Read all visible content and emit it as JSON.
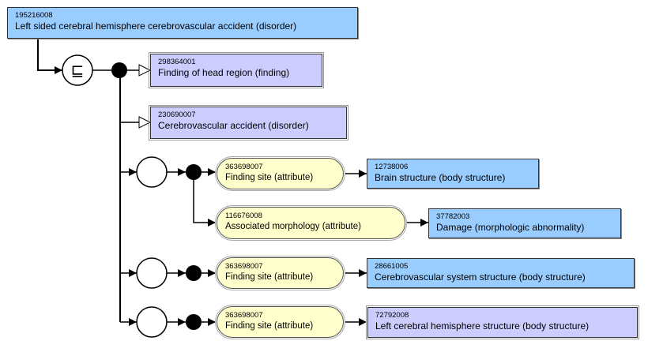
{
  "diagram": {
    "focus_concept": {
      "sctid": "195216008",
      "term": "Left sided cerebral hemisphere cerebrovascular accident (disorder)",
      "definition_status": "defined"
    },
    "definition_operator": {
      "symbol": "⊑",
      "meaning": "subsumed-by"
    },
    "parents": [
      {
        "sctid": "298364001",
        "term": "Finding of head region (finding)",
        "definition_status": "primitive"
      },
      {
        "sctid": "230690007",
        "term": "Cerebrovascular accident (disorder)",
        "definition_status": "primitive"
      }
    ],
    "role_groups": [
      {
        "attributes": [
          {
            "attribute": {
              "sctid": "363698007",
              "term": "Finding site (attribute)"
            },
            "value": {
              "sctid": "12738006",
              "term": "Brain structure (body structure)",
              "definition_status": "defined"
            }
          },
          {
            "attribute": {
              "sctid": "116676008",
              "term": "Associated morphology (attribute)"
            },
            "value": {
              "sctid": "37782003",
              "term": "Damage (morphologic abnormality)",
              "definition_status": "defined"
            }
          }
        ]
      },
      {
        "attributes": [
          {
            "attribute": {
              "sctid": "363698007",
              "term": "Finding site (attribute)"
            },
            "value": {
              "sctid": "28661005",
              "term": "Cerebrovascular system structure (body structure)",
              "definition_status": "defined"
            }
          }
        ]
      },
      {
        "attributes": [
          {
            "attribute": {
              "sctid": "363698007",
              "term": "Finding site (attribute)"
            },
            "value": {
              "sctid": "72792008",
              "term": "Left cerebral hemisphere structure (body structure)",
              "definition_status": "primitive"
            }
          }
        ]
      }
    ],
    "colors": {
      "defined_concept": "#99ccff",
      "primitive_concept": "#ccccff",
      "attribute": "#ffffcc",
      "line": "#000000"
    }
  }
}
